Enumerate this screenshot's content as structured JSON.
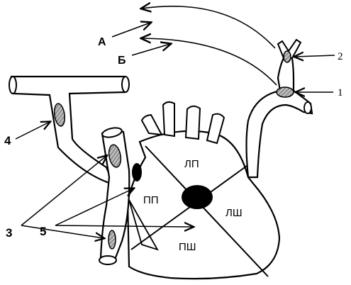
{
  "labels": {
    "left_atrium": "ЛП",
    "right_atrium": "ПП",
    "left_ventricle": "ЛШ",
    "right_ventricle": "ПШ",
    "arrow_a": "А",
    "arrow_b": "Б",
    "marker_1": "1",
    "marker_2": "2",
    "marker_3": "3",
    "marker_4": "4",
    "marker_5": "5"
  },
  "colors": {
    "stroke": "#000000",
    "hatch_fill": "#9a9a9a",
    "solid_fill": "#000000",
    "background": "#ffffff"
  }
}
